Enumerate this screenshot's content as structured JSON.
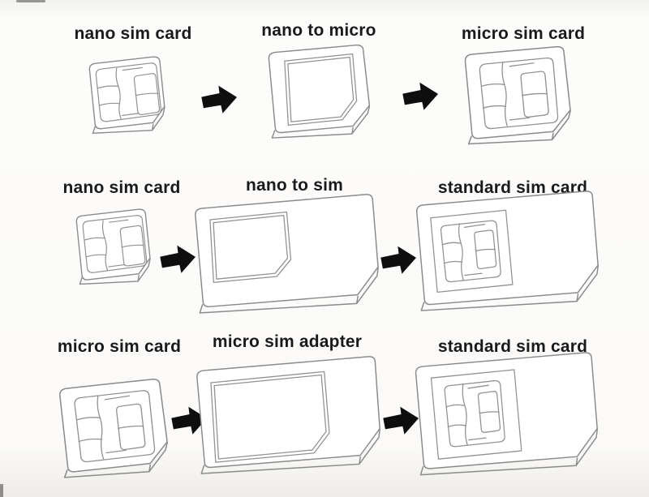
{
  "colors": {
    "background": "#fbfaf8",
    "card_outline": "#8a8a8a",
    "card_fill": "#ffffff",
    "arrow": "#0e0e0e",
    "label_text": "#1a1a1a"
  },
  "rows": [
    {
      "name": "nano-to-micro-conversion",
      "items": [
        {
          "type": "nano-sim-card",
          "label": "nano sim card"
        },
        {
          "type": "nano-to-micro-adapter",
          "label": "nano to micro"
        },
        {
          "type": "micro-sim-card",
          "label": "micro sim card"
        }
      ],
      "arrows": [
        "right-arrow",
        "right-arrow"
      ]
    },
    {
      "name": "nano-to-standard-conversion",
      "items": [
        {
          "type": "nano-sim-card",
          "label": "nano sim card"
        },
        {
          "type": "nano-to-sim-adapter",
          "label": "nano to sim"
        },
        {
          "type": "standard-sim-card",
          "label": "standard sim card"
        }
      ],
      "arrows": [
        "right-arrow",
        "right-arrow"
      ]
    },
    {
      "name": "micro-to-standard-conversion",
      "items": [
        {
          "type": "micro-sim-card",
          "label": "micro sim card"
        },
        {
          "type": "micro-sim-adapter",
          "label": "micro sim adapter"
        },
        {
          "type": "standard-sim-card",
          "label": "standard sim card"
        }
      ],
      "arrows": [
        "right-arrow",
        "right-arrow"
      ]
    }
  ]
}
